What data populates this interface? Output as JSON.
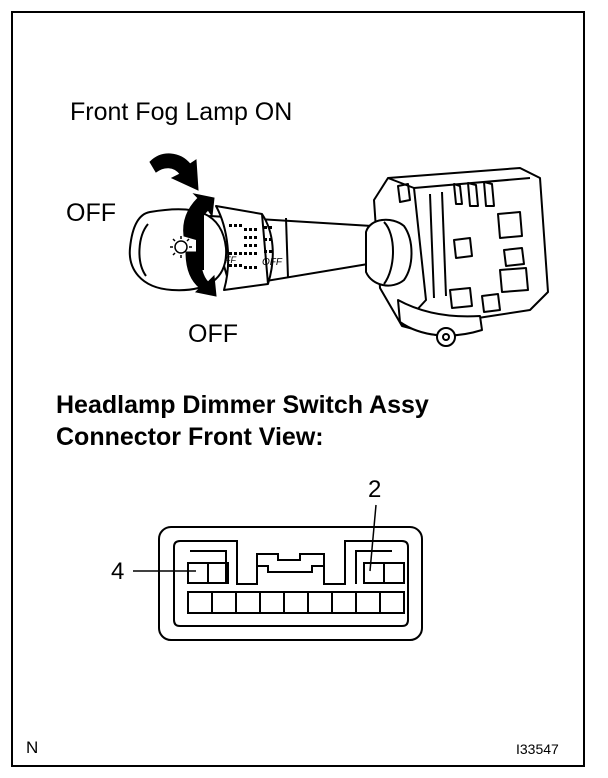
{
  "labels": {
    "fog_lamp_on": "Front Fog Lamp ON",
    "off_upper": "OFF",
    "off_lower": "OFF",
    "heading_line1": "Headlamp Dimmer Switch Assy",
    "heading_line2": "Connector Front View:",
    "pin_2": "2",
    "pin_4": "4",
    "corner_letter": "N",
    "figure_id": "I33547"
  },
  "switch_knob_markings": [
    "OFF"
  ]
}
